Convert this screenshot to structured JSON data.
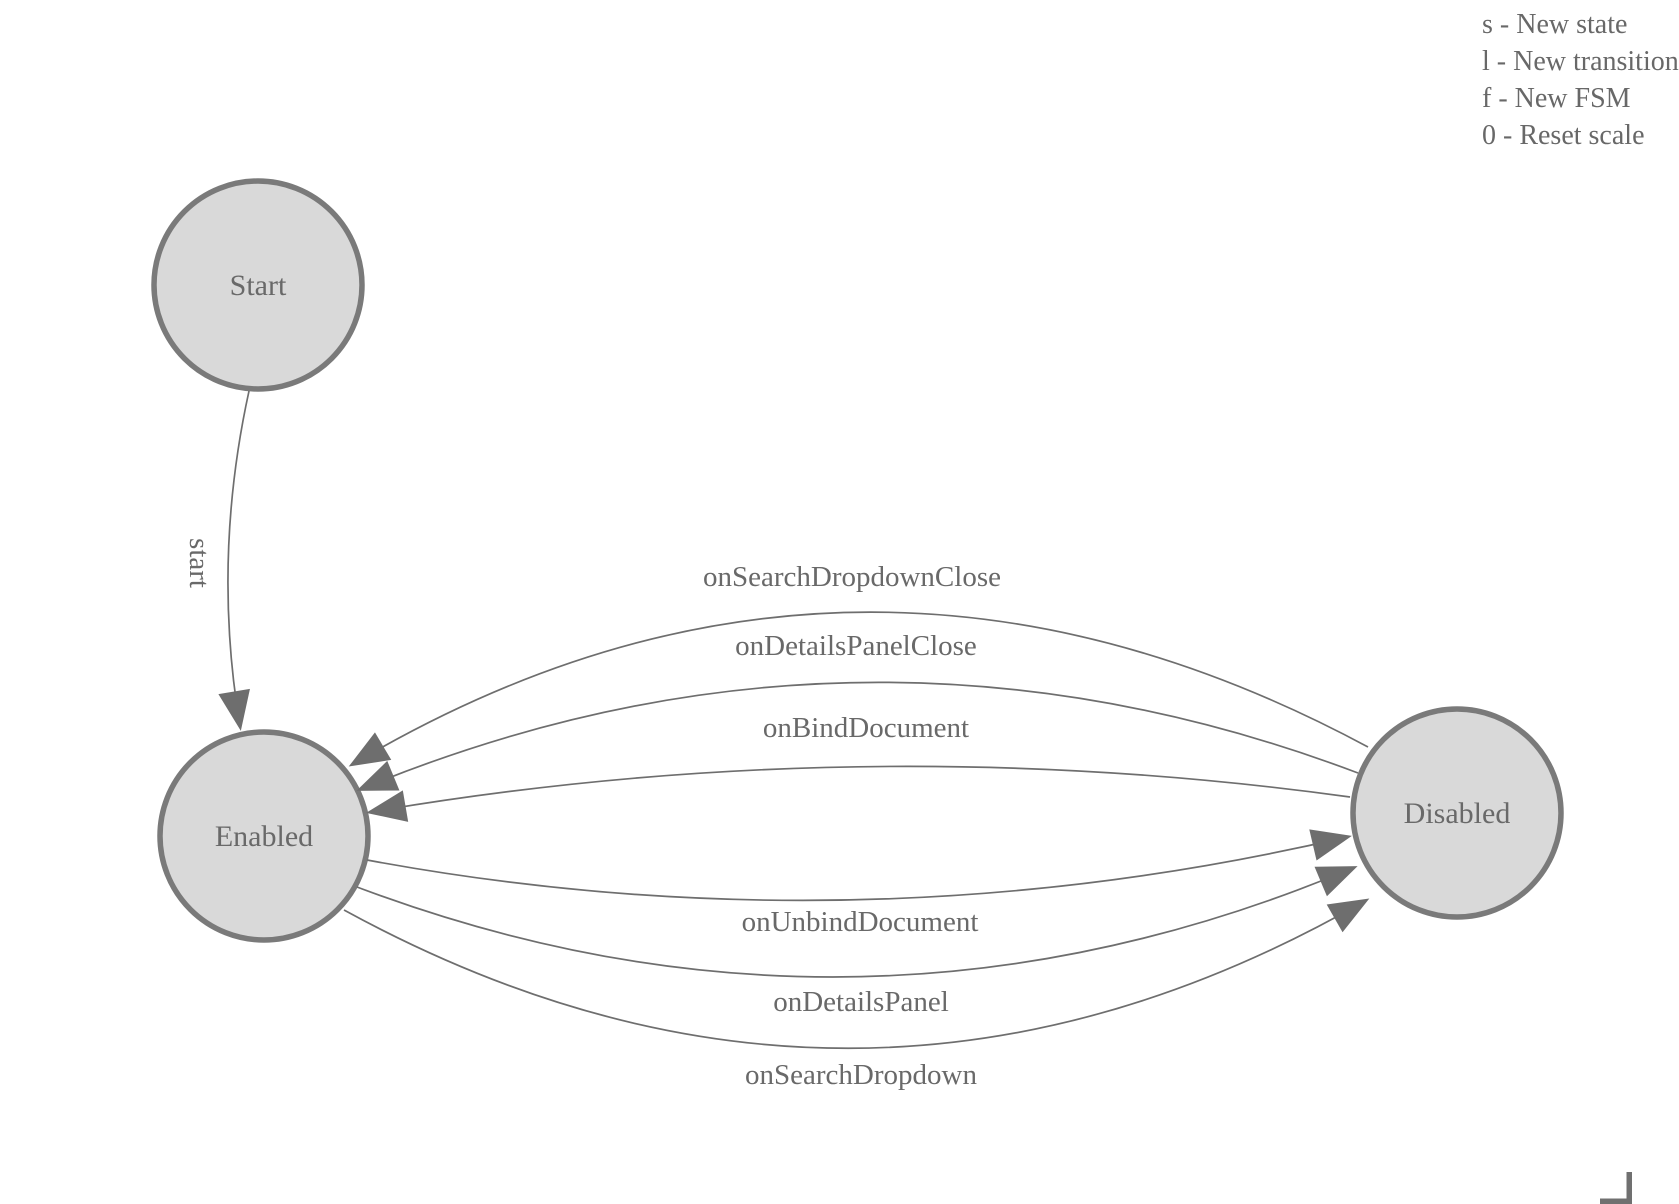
{
  "legend": {
    "lines": [
      "s - New state",
      "l - New transition",
      "f - New FSM",
      "0 - Reset scale"
    ]
  },
  "nodes": {
    "start": {
      "label": "Start"
    },
    "enabled": {
      "label": "Enabled"
    },
    "disabled": {
      "label": "Disabled"
    }
  },
  "edges": {
    "start": {
      "label": "start",
      "from": "Start",
      "to": "Enabled"
    },
    "onSearchDropdownClose": {
      "label": "onSearchDropdownClose",
      "from": "Disabled",
      "to": "Enabled"
    },
    "onDetailsPanelClose": {
      "label": "onDetailsPanelClose",
      "from": "Disabled",
      "to": "Enabled"
    },
    "onBindDocument": {
      "label": "onBindDocument",
      "from": "Disabled",
      "to": "Enabled"
    },
    "onUnbindDocument": {
      "label": "onUnbindDocument",
      "from": "Enabled",
      "to": "Disabled"
    },
    "onDetailsPanel": {
      "label": "onDetailsPanel",
      "from": "Enabled",
      "to": "Disabled"
    },
    "onSearchDropdown": {
      "label": "onSearchDropdown",
      "from": "Enabled",
      "to": "Disabled"
    }
  },
  "colors": {
    "node_fill": "#d9d9d9",
    "node_stroke": "#7a7a7a",
    "edge_stroke": "#6e6e6e",
    "arrowhead": "#6e6e6e",
    "label_text": "#696969",
    "legend_text": "#686868",
    "corner_mark": "#707070",
    "background": "#ffffff"
  }
}
